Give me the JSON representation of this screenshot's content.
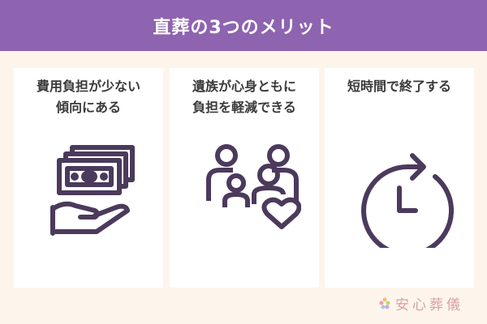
{
  "header": {
    "title": "直葬の3つのメリット"
  },
  "cards": [
    {
      "line1": "費用負担が少ない",
      "line2": "傾向にある",
      "icon": "money-hand-icon"
    },
    {
      "line1": "遺族が心身ともに",
      "line2": "負担を軽減できる",
      "icon": "family-heart-icon"
    },
    {
      "line1": "短時間で終了する",
      "line2": "",
      "icon": "clock-arrow-icon"
    }
  ],
  "logo": {
    "text": "安心葬儀"
  },
  "colors": {
    "header": "#8e63b0",
    "background": "#fdf5ec",
    "icon": "#4b3a5c"
  }
}
